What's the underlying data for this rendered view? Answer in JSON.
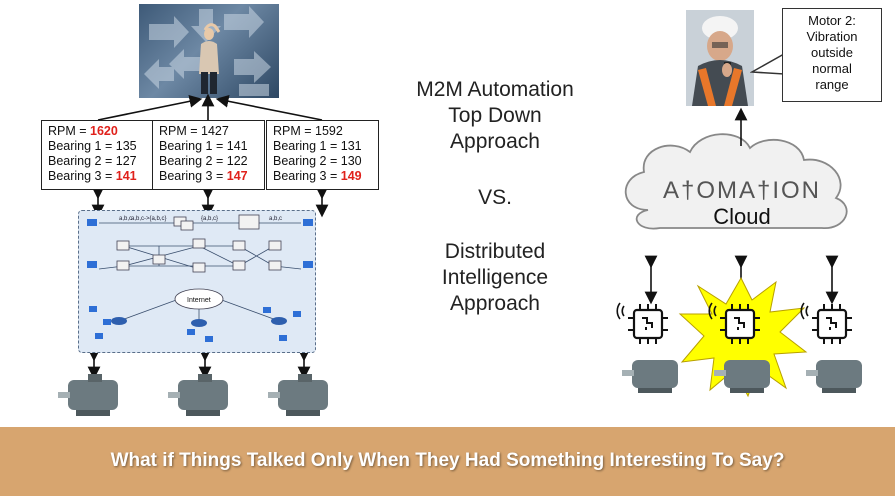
{
  "sensor_cards": [
    {
      "rpm_label": "RPM = ",
      "rpm_value": "1620",
      "b1_label": "Bearing 1 = ",
      "b1_value": "135",
      "b2_label": "Bearing 2 = ",
      "b2_value": "127",
      "b3_label": "Bearing 3 = ",
      "b3_value": "141"
    },
    {
      "rpm_label": "RPM = ",
      "rpm_value": "1427",
      "b1_label": "Bearing 1 = ",
      "b1_value": "141",
      "b2_label": "Bearing 2 = ",
      "b2_value": "122",
      "b3_label": "Bearing 3 = ",
      "b3_value": "147"
    },
    {
      "rpm_label": "RPM = ",
      "rpm_value": "1592",
      "b1_label": "Bearing 1 = ",
      "b1_value": "131",
      "b2_label": "Bearing 2 = ",
      "b2_value": "130",
      "b3_label": "Bearing 3 = ",
      "b3_value": "149"
    }
  ],
  "network": {
    "labels": [
      "a,b,c",
      "a,b,c->{a,b,c}",
      "{a,b,c}",
      "a,b,c"
    ],
    "internet_label": "Internet"
  },
  "center_text": {
    "line1": "M2M Automation",
    "line2": "Top Down",
    "line3": "Approach",
    "vs": "VS.",
    "line4": "Distributed",
    "line5": "Intelligence",
    "line6": "Approach"
  },
  "cloud": {
    "brand": "A†OMA†ION",
    "label": "Cloud"
  },
  "callout": {
    "line1": "Motor 2:",
    "line2": "Vibration",
    "line3": "outside",
    "line4": "normal",
    "line5": "range"
  },
  "banner": {
    "text": "What if Things Talked Only When They Had Something Interesting To Say?"
  },
  "colors": {
    "alert_red": "#e0211b",
    "banner_bg": "#d7a56f",
    "burst_yellow": "#ffff00",
    "network_bg": "#dfe9f5"
  }
}
